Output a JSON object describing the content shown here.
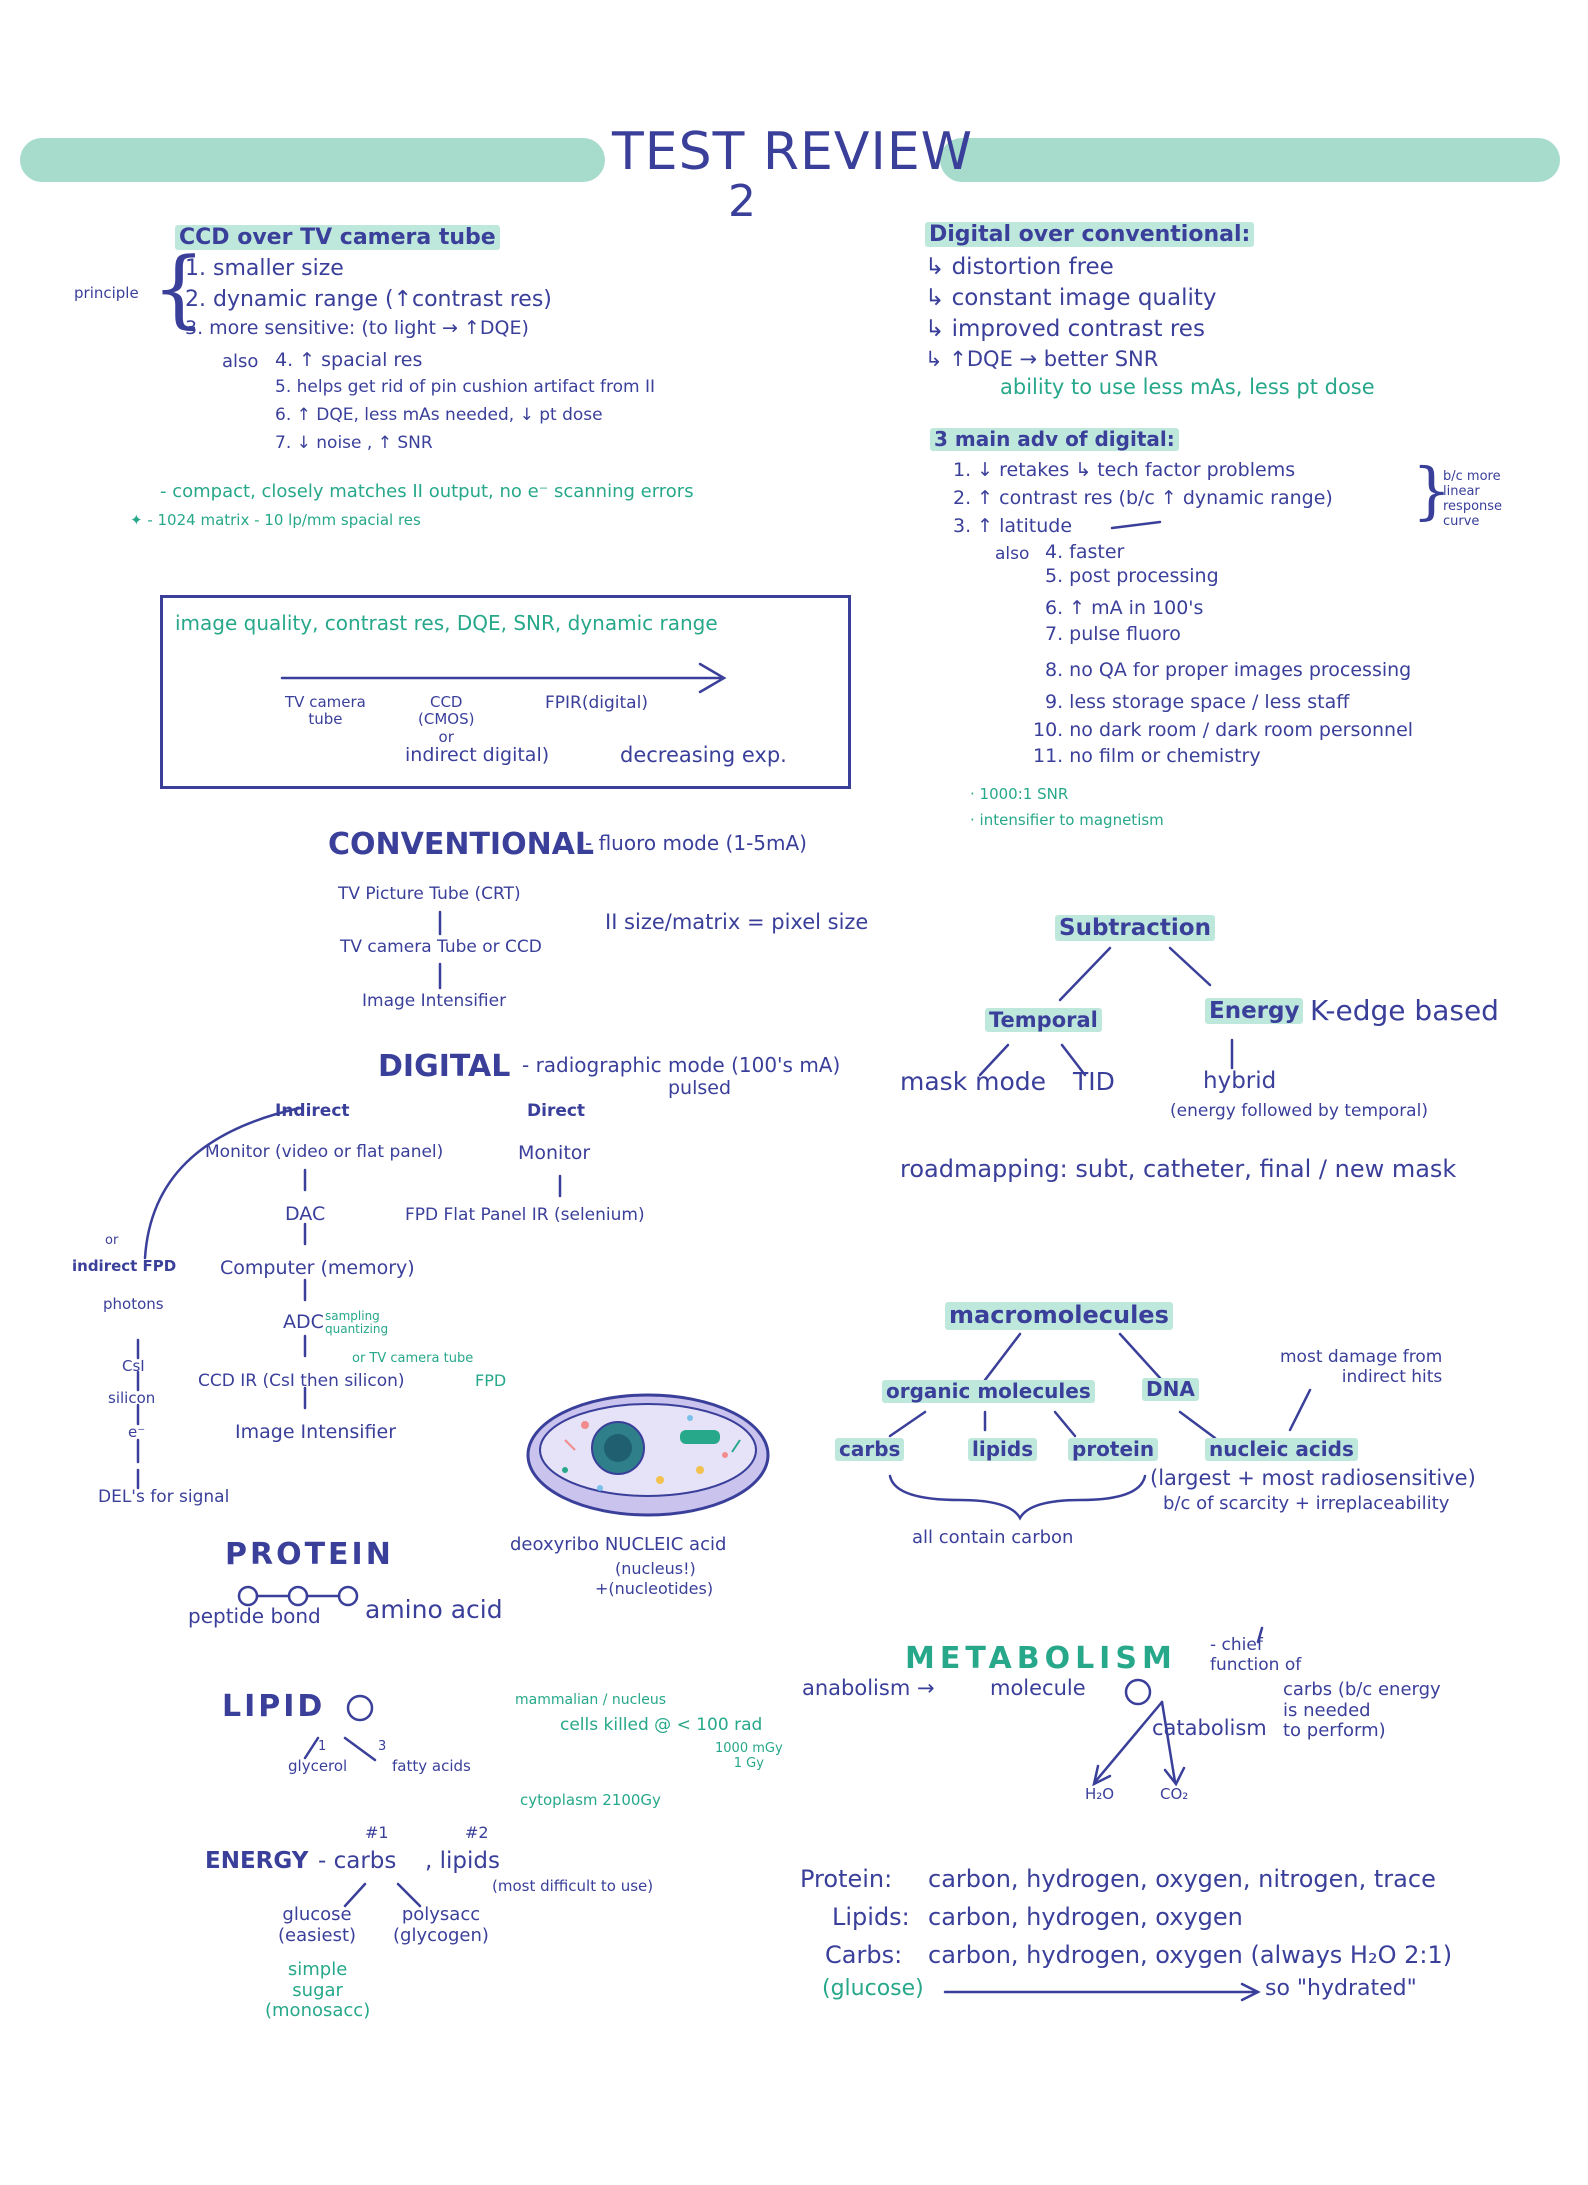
{
  "header": {
    "title": "TEST REVIEW",
    "number": "2"
  },
  "ccd": {
    "heading": "CCD over TV camera tube",
    "principle": "principle",
    "items": [
      "1. smaller size",
      "2. dynamic range  (↑contrast res)",
      "3. more sensitive: (to light → ↑DQE)"
    ],
    "also": "also",
    "also_items": [
      "4. ↑ spacial res",
      "5. helps get rid of pin cushion artifact from II",
      "6. ↑ DQE, less mAs needed, ↓ pt dose",
      "7. ↓ noise , ↑ SNR"
    ],
    "notes": [
      "- compact, closely matches II output, no e⁻ scanning errors",
      "✦ - 1024 matrix - 10 lp/mm spacial res"
    ]
  },
  "box": {
    "heading": "image quality, contrast res, DQE, SNR, dynamic range",
    "tv": "TV camera\ntube",
    "ccd": "CCD\n(CMOS)\nor",
    "fpir": "FPIR(digital)",
    "indirect": "indirect digital)",
    "decreasing": "decreasing exp."
  },
  "digital_conv": {
    "heading": "Digital over conventional:",
    "items": [
      "↳ distortion free",
      "↳ constant image quality",
      "↳ improved contrast res",
      "↳ ↑DQE  → better SNR"
    ],
    "note": "ability to use less mAs, less pt dose"
  },
  "main_adv": {
    "heading": "3 main adv of digital:",
    "items": [
      "1. ↓ retakes ↳ tech factor problems",
      "2. ↑ contrast res (b/c ↑ dynamic range)",
      "3. ↑ latitude"
    ],
    "side": "b/c more\nlinear\nresponse\ncurve",
    "also": "also",
    "also_items": [
      "4. faster",
      "5. post processing",
      "6. ↑ mA in 100's",
      "7. pulse fluoro",
      "8. no QA for proper images processing",
      "9. less storage space / less staff",
      "10. no dark room / dark room personnel",
      "11. no film or chemistry"
    ],
    "notes": [
      "· 1000:1 SNR",
      "· intensifier to magnetism"
    ]
  },
  "conventional": {
    "heading": "CONVENTIONAL",
    "mode": "- fluoro mode (1-5mA)",
    "chain": [
      "TV Picture Tube (CRT)",
      "TV camera Tube or CCD",
      "Image Intensifier"
    ],
    "formula": "II size/matrix = pixel size"
  },
  "digital": {
    "heading": "DIGITAL",
    "mode": "- radiographic mode (100's mA)",
    "pulsed": "pulsed",
    "indirect": "Indirect",
    "direct": "Direct",
    "indirect_chain": [
      "Monitor (video or flat panel)",
      "DAC",
      "Computer (memory)",
      "ADC",
      "CCD IR (CsI then silicon)",
      "Image Intensifier"
    ],
    "adc_note": "sampling\nquantizing",
    "ccd_fpd": "FPD",
    "tv_note": "or TV camera tube",
    "direct_chain": [
      "Monitor",
      "FPD  Flat Panel IR (selenium)"
    ],
    "or": "or",
    "fpd_label": "indirect FPD",
    "fpd_chain": [
      "photons",
      "CsI",
      "silicon",
      "e⁻",
      "DEL's for signal"
    ]
  },
  "subtraction": {
    "heading": "Subtraction",
    "temporal": "Temporal",
    "energy": "Energy",
    "kedge": "K-edge based",
    "mask": "mask mode",
    "tid": "TID",
    "hybrid": "hybrid",
    "hybrid_note": "(energy followed by temporal)",
    "roadmap": "roadmapping: subt, catheter, final / new mask"
  },
  "macro": {
    "heading": "macromolecules",
    "organic": "organic molecules",
    "dna": "DNA",
    "carbs": "carbs",
    "lipids": "lipids",
    "protein": "protein",
    "nucleic": "nucleic acids",
    "damage": "most damage from\nindirect hits",
    "largest": "(largest + most radiosensitive)",
    "scarcity": "b/c of scarcity + irreplaceability",
    "carbon": "all contain carbon"
  },
  "cell": {
    "label": "deoxyribo NUCLEIC acid",
    "nucleus": "(nucleus!)",
    "nucleotides": "+(nucleotides)"
  },
  "protein": {
    "heading": "PROTEIN",
    "peptide": "peptide bond",
    "amino": "amino acid"
  },
  "lipid": {
    "heading": "LIPID",
    "n1": "1",
    "n3": "3",
    "glycerol": "glycerol",
    "fatty": "fatty acids",
    "mammalian": "mammalian / nucleus",
    "cells": "cells killed @ < 100 rad",
    "rate": "1000 mGy\n1 Gy",
    "cytoplasm": "cytoplasm 2100Gy"
  },
  "energy": {
    "heading": "ENERGY",
    "carbs": "- carbs",
    "lipids": ", lipids",
    "r1": "#1",
    "r2": "#2",
    "difficult": "(most difficult to use)",
    "glucose": "glucose\n(easiest)",
    "polysacc": "polysacc\n(glycogen)",
    "simple": "simple\nsugar\n(monosacc)"
  },
  "metabolism": {
    "heading": "METABOLISM",
    "chief": "- chief\nfunction of",
    "carbs_note": "carbs (b/c energy\nis needed\nto perform)",
    "anabolism": "anabolism →",
    "molecule": "molecule",
    "catabolism": "catabolism",
    "h2o": "H₂O",
    "co2": "CO₂"
  },
  "composition": {
    "protein_label": "Protein:",
    "protein_val": "carbon, hydrogen, oxygen, nitrogen, trace",
    "lipids_label": "Lipids:",
    "lipids_val": "carbon, hydrogen, oxygen",
    "carbs_label": "Carbs:",
    "carbs_val": "carbon, hydrogen, oxygen (always H₂O 2:1)",
    "glucose": "(glucose)",
    "hydrated": "so \"hydrated\""
  }
}
